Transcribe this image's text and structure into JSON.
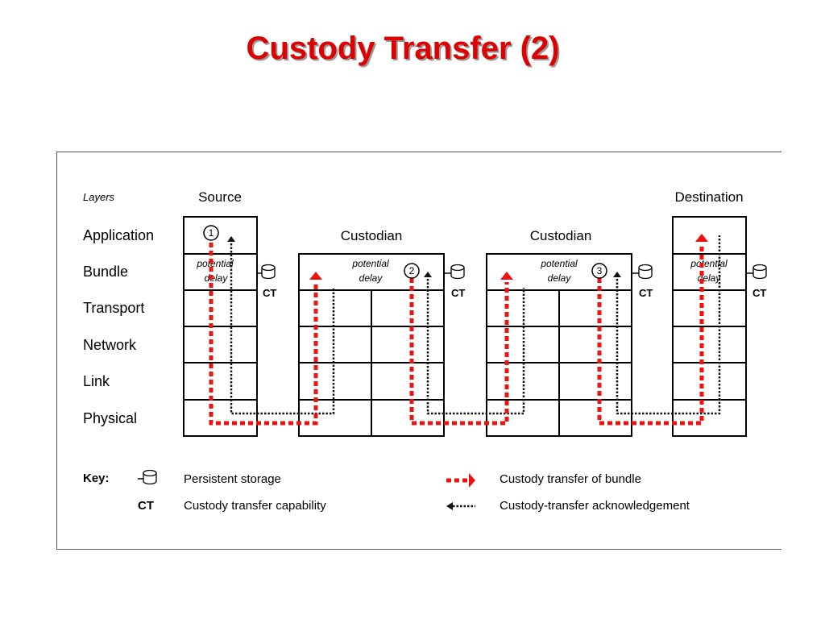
{
  "title": "Custody Transfer (2)",
  "layers": {
    "heading": "Layers",
    "names": [
      "Application",
      "Bundle",
      "Transport",
      "Network",
      "Link",
      "Physical"
    ]
  },
  "nodes": {
    "source": "Source",
    "custodian_1": "Custodian",
    "custodian_2": "Custodian",
    "destination": "Destination"
  },
  "potential_delay": {
    "line1": "potential",
    "line2": "delay"
  },
  "ct_label": "CT",
  "steps": [
    "1",
    "2",
    "3"
  ],
  "key": {
    "label": "Key:",
    "persistent_storage": "Persistent storage",
    "ct_symbol": "CT",
    "ct_capability": "Custody transfer capability",
    "custody_transfer_bundle": "Custody transfer of bundle",
    "ct_acknowledgement": "Custody-transfer acknowledgement"
  },
  "colors": {
    "title": "#dd0000",
    "bundle_path": "#ee1111",
    "ack_path": "#111111"
  }
}
